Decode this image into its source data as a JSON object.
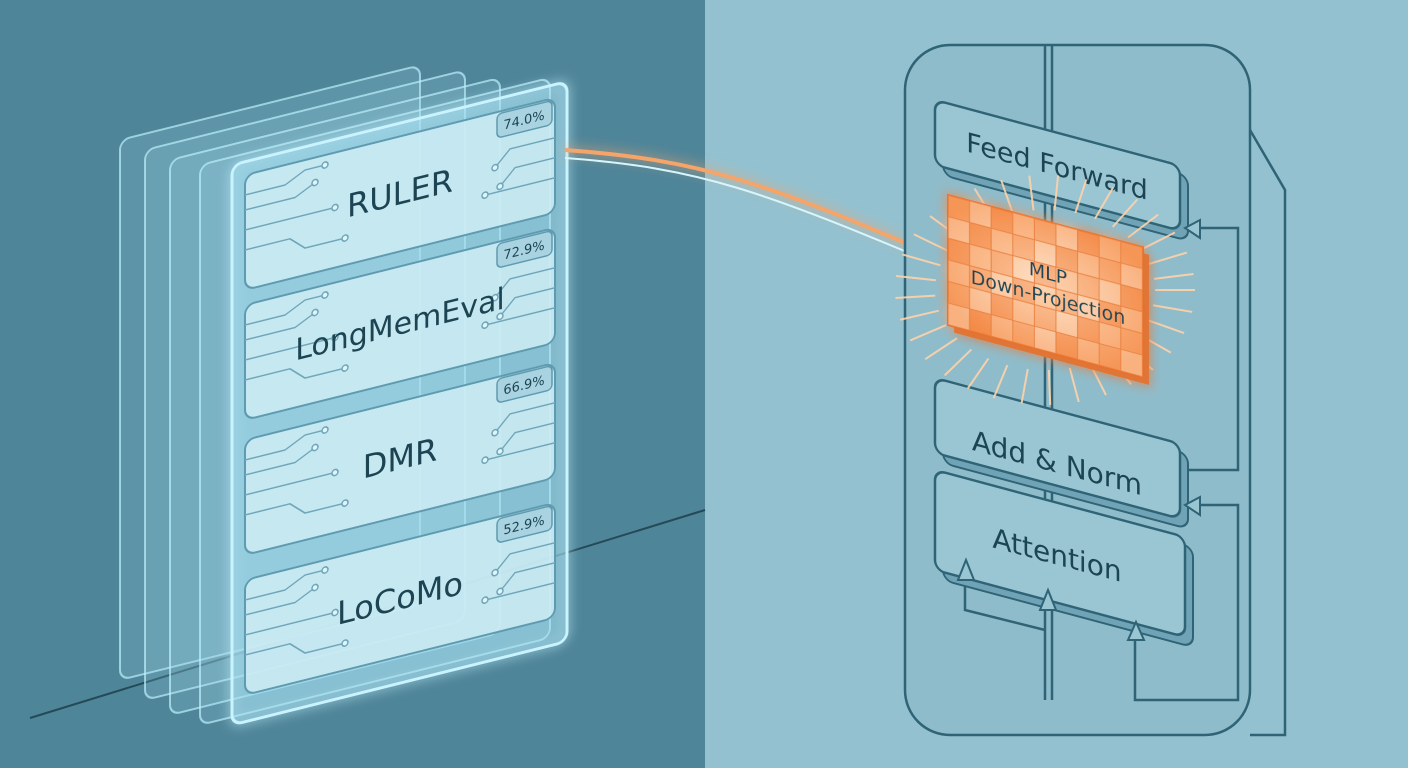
{
  "benchmarks": [
    {
      "name": "RULER",
      "score": "74.0%"
    },
    {
      "name": "LongMemEval",
      "score": "72.9%"
    },
    {
      "name": "DMR",
      "score": "66.9%"
    },
    {
      "name": "LoCoMo",
      "score": "52.9%"
    }
  ],
  "transformer": {
    "feed_forward": "Feed Forward",
    "mlp_line1": "MLP",
    "mlp_line2": "Down-Projection",
    "add_norm": "Add & Norm",
    "attention": "Attention"
  },
  "colors": {
    "left_bg": "#4f8599",
    "right_bg": "#93c1d0",
    "highlight": "#f59a5c",
    "glow": "#bdeffc"
  }
}
